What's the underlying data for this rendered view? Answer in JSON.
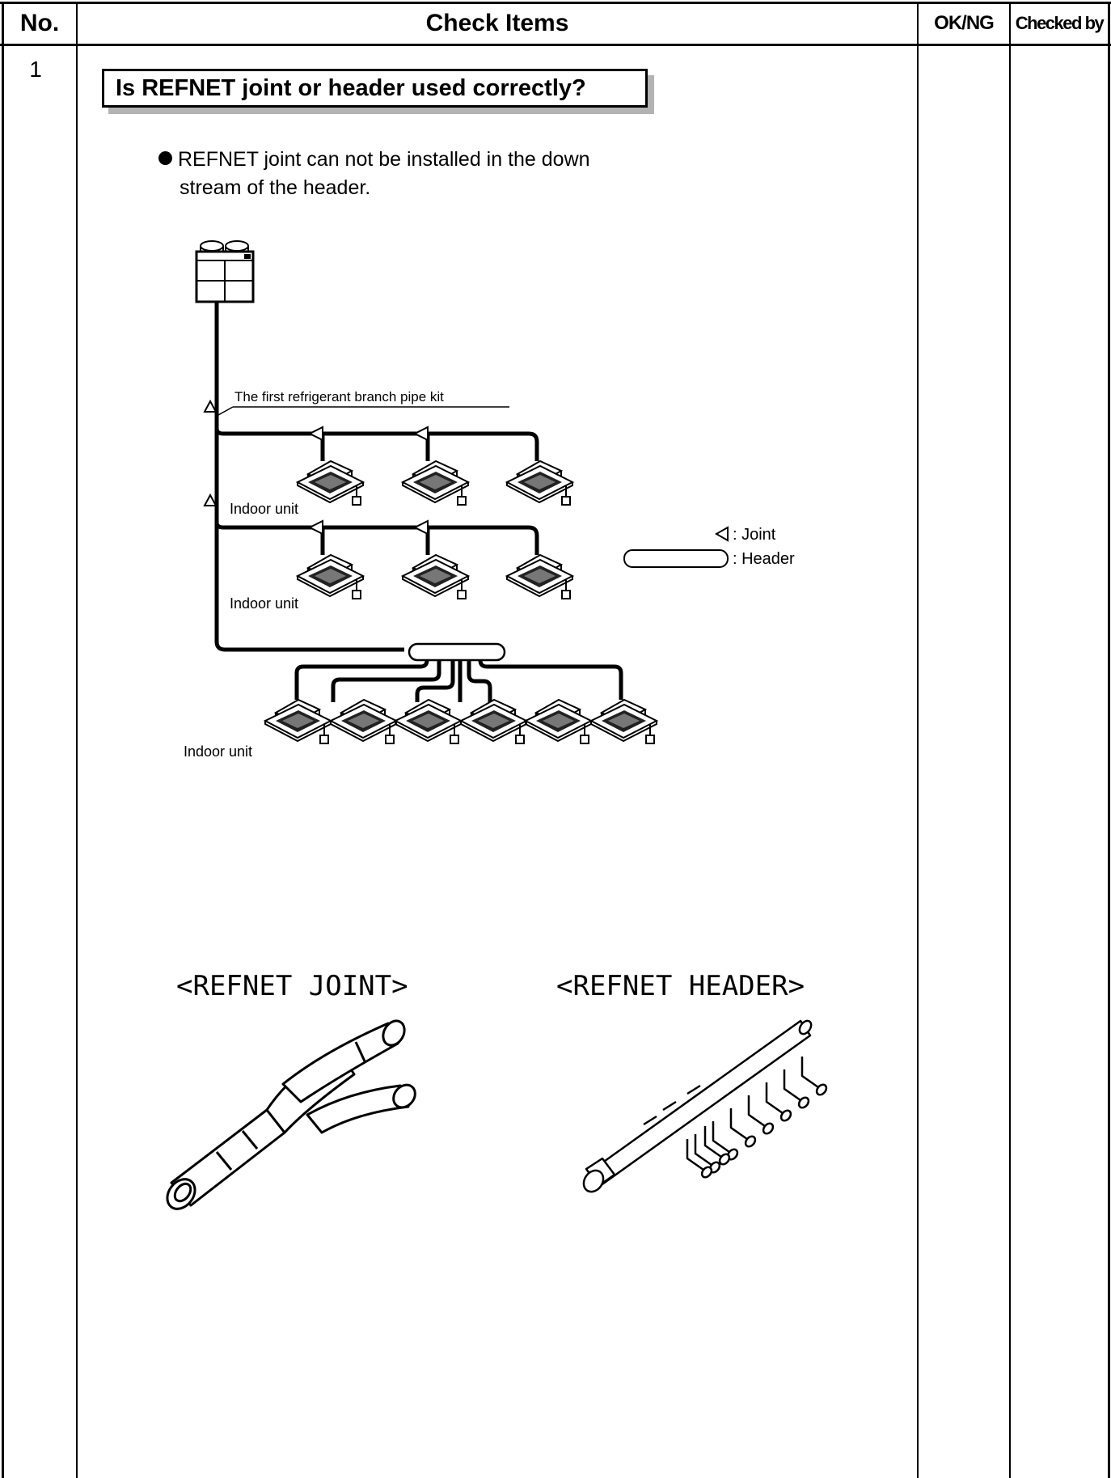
{
  "table": {
    "headers": {
      "no": "No.",
      "check_items": "Check Items",
      "ok_ng": "OK/NG",
      "checked_by": "Checked by"
    },
    "row": {
      "number": "1",
      "title": "Is REFNET joint or header used correctly?",
      "bullet_line1": "REFNET joint can not be installed in the down",
      "bullet_line2": "stream of the header."
    }
  },
  "diagram": {
    "first_kit_label": "The first refrigerant branch pipe kit",
    "indoor_unit_label": "Indoor unit",
    "legend_joint": ": Joint",
    "legend_header": ": Header"
  },
  "products": {
    "joint_title": "<REFNET JOINT>",
    "header_title": "<REFNET HEADER>"
  }
}
